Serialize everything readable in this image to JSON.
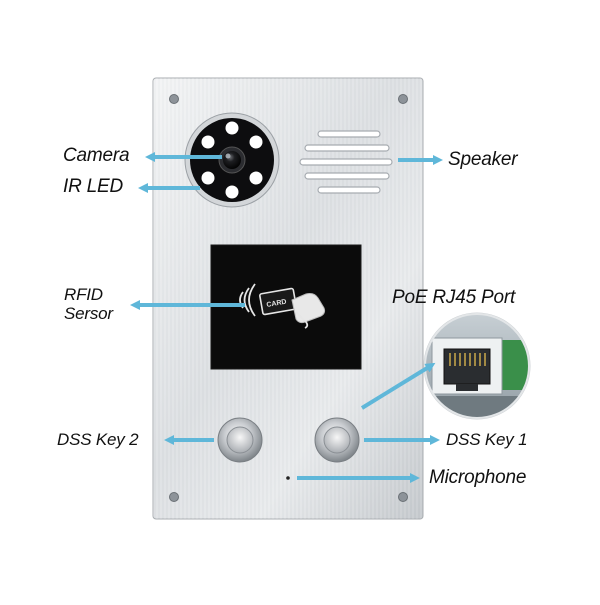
{
  "labels": {
    "camera": "Camera",
    "ir_led": "IR LED",
    "speaker": "Speaker",
    "rfid_line1": "RFID",
    "rfid_line2": "Sersor",
    "poe_port": "PoE RJ45 Port",
    "dss_key_2": "DSS Key 2",
    "dss_key_1": "DSS Key 1",
    "microphone": "Microphone",
    "card": "CARD"
  },
  "colors": {
    "arrow": "#5fb7d9",
    "panel_light": "#e9ebed",
    "panel_dark": "#b9bdc2",
    "screen": "#0b0b0b",
    "ir_led": "#ffffff",
    "jack_green": "#3a8f4a"
  },
  "icons": {
    "rfid": "contactless-card-icon",
    "port": "rj45-jack-icon"
  }
}
